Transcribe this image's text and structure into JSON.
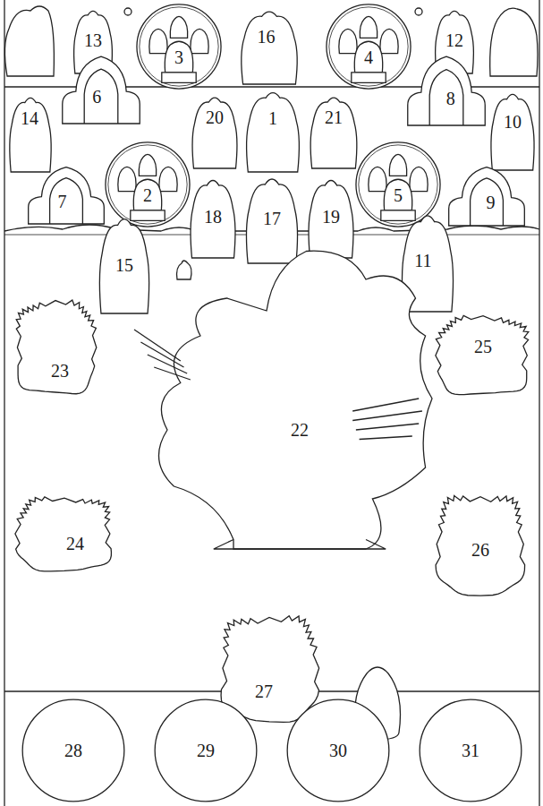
{
  "diagram": {
    "nodes": [
      {
        "text": [
          "13"
        ]
      },
      {
        "text": [
          "3"
        ]
      },
      {
        "text": [
          "16"
        ]
      },
      {
        "text": [
          "4"
        ]
      },
      {
        "text": [
          "12"
        ]
      },
      {
        "text": [
          "6"
        ]
      },
      {
        "text": [
          "8"
        ]
      },
      {
        "text": [
          "14"
        ]
      },
      {
        "text": [
          "20"
        ]
      },
      {
        "text": [
          "1"
        ]
      },
      {
        "text": [
          "21"
        ]
      },
      {
        "text": [
          "10"
        ]
      },
      {
        "text": [
          "2"
        ]
      },
      {
        "text": [
          "5"
        ]
      },
      {
        "text": [
          "7"
        ]
      },
      {
        "text": [
          "18"
        ]
      },
      {
        "text": [
          "17"
        ]
      },
      {
        "text": [
          "19"
        ]
      },
      {
        "text": [
          "9"
        ]
      },
      {
        "text": [
          "15"
        ]
      },
      {
        "text": [
          "11"
        ]
      },
      {
        "text": [
          "23"
        ]
      },
      {
        "text": [
          "22"
        ]
      },
      {
        "text": [
          "25"
        ]
      },
      {
        "text": [
          "24"
        ]
      },
      {
        "text": [
          "26"
        ]
      },
      {
        "text": [
          "27"
        ]
      },
      {
        "text": [
          "28"
        ]
      },
      {
        "text": [
          "29"
        ]
      },
      {
        "text": [
          "30"
        ]
      },
      {
        "text": [
          "31"
        ]
      }
    ]
  }
}
